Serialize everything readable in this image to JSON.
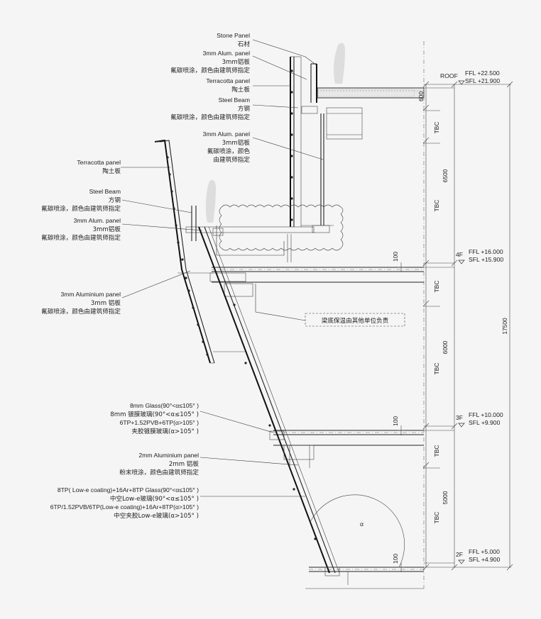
{
  "colors": {
    "background": "#f5f5f5",
    "ink": "#222222"
  },
  "labels": {
    "stone_panel": {
      "en": "Stone Panel",
      "cn": "石材"
    },
    "alum_panel_top": {
      "en": "3mm Alum. panel",
      "cn1": "3mm铝板",
      "cn2": "氟碳喷涂，颜色由建筑师指定"
    },
    "terracotta_top": {
      "en": "Terracotta panel",
      "cn": "陶土板"
    },
    "steel_beam_top": {
      "en": "Steel Beam",
      "cn1": "方钢",
      "cn2": "氟碳喷涂，颜色由建筑师指定"
    },
    "alum_panel_mid": {
      "en": "3mm Alum. panel",
      "cn1": "3mm铝板",
      "cn2": "氟碳喷涂，颜色",
      "cn3": "由建筑师指定"
    },
    "terracotta_left": {
      "en": "Terracotta panel",
      "cn": "陶土板"
    },
    "steel_beam_left": {
      "en": "Steel Beam",
      "cn1": "方钢",
      "cn2": "氟碳喷涂，颜色由建筑师指定"
    },
    "alum_panel_left": {
      "en": "3mm Alum. panel",
      "cn1": "3mm铝板",
      "cn2": "氟碳喷涂，颜色由建筑师指定"
    },
    "aluminium_panel_3mm": {
      "en": "3mm Aluminium panel",
      "cn1": "3mm 铝板",
      "cn2": "氟碳喷涂，颜色由建筑师指定"
    },
    "insulation_note": "梁底保温由其他单位负责",
    "glass_8mm": {
      "l1": "8mm Glass(90°<α≤105°  )",
      "l2": "8mm 镀膜玻璃(90°<α≤105°  )",
      "l3": "6TP+1.52PVB+6TP(α>105°  )",
      "l4": "夹胶镀膜玻璃(α>105°  )"
    },
    "aluminium_panel_2mm": {
      "en": "2mm Aluminium panel",
      "cn1": "2mm 铝板",
      "cn2": "粉末喷涂，颜色由建筑师指定"
    },
    "lowe_glass": {
      "l1": "8TP( Low-e coating)+16Ar+8TP Glass(90°<α≤105°  )",
      "l2": "中空Low-e玻璃(90°<α≤105°  )",
      "l3": "6TP/1.52PVB/6TP(Low-e coating)+16Ar+8TP(α>105°  )",
      "l4": "中空夹胶Low-e玻璃(α>105°  )"
    },
    "alpha": "α"
  },
  "levels": {
    "roof": {
      "name": "ROOF",
      "ffl": "FFL +22.500",
      "sfl": "SFL +21.900"
    },
    "f4": {
      "name": "4F",
      "ffl": "FFL +16.000",
      "sfl": "SFL +15.900"
    },
    "f3": {
      "name": "3F",
      "ffl": "FFL +10.000",
      "sfl": "SFL +9.900"
    },
    "f2": {
      "name": "2F",
      "ffl": "FFL +5.000",
      "sfl": "SFL +4.900"
    }
  },
  "dimensions": {
    "d600": "600",
    "tbc": "TBC",
    "d6500": "6500",
    "d6000": "6000",
    "d5000": "5000",
    "d100": "100",
    "d17500": "17500"
  }
}
